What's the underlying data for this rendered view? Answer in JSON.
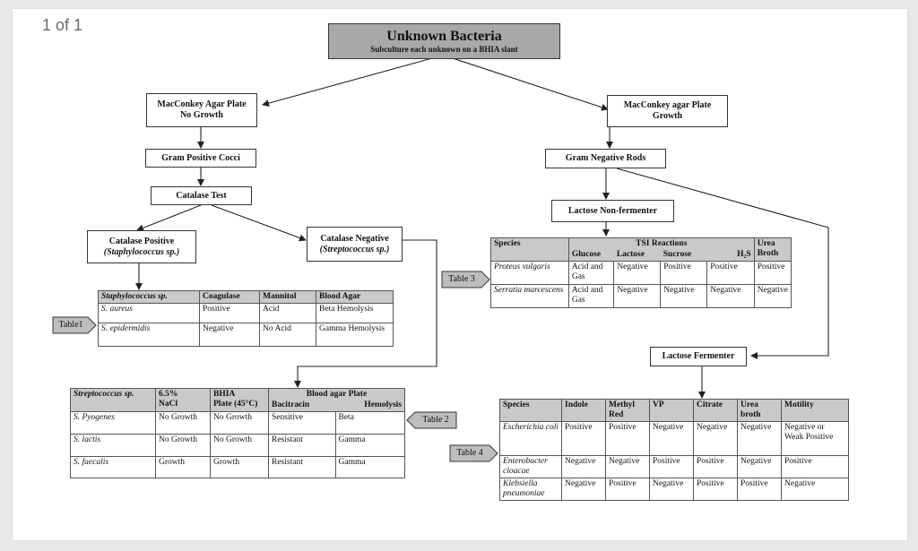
{
  "viewer": {
    "page_indicator": "1 of 1"
  },
  "root": {
    "title": "Unknown Bacteria",
    "subtitle": "Subculture each unknown on a BHIA slant"
  },
  "left": {
    "macconkey": [
      "MacConkey Agar Plate",
      "No Growth"
    ],
    "gram": "Gram Positive Cocci",
    "catalase_test": "Catalase Test",
    "cat_pos": [
      "Catalase Positive",
      "(Staphylococcus sp.)"
    ],
    "cat_neg": [
      "Catalase Negative",
      "(Streptococcus sp.)"
    ]
  },
  "right": {
    "macconkey": [
      "MacConkey agar Plate",
      "Growth"
    ],
    "gram": "Gram Negative Rods",
    "lactose_non": "Lactose Non-fermenter",
    "lactose_fer": "Lactose Fermenter"
  },
  "tags": {
    "t1": "Table1",
    "t2": "Table 2",
    "t3": "Table 3",
    "t4": "Table 4"
  },
  "table1": {
    "headers": [
      "Staphylococcus sp.",
      "Coagulase",
      "Mannitol",
      "Blood Agar"
    ],
    "rows": [
      [
        "S. aureus",
        "Positive",
        "Acid",
        "Beta Hemolysis"
      ],
      [
        "S. epidermidis",
        "Negative",
        "No Acid",
        "Gamma Hemolysis"
      ]
    ]
  },
  "table2": {
    "h_species": "Streptococcus sp.",
    "h_nacl": [
      "6.5%",
      "NaCl"
    ],
    "h_bhia": [
      "BHIA",
      "Plate (45°C)"
    ],
    "h_blood": "Blood agar Plate",
    "h_bac": "Bacitracin",
    "h_hem": "Hemolysis",
    "rows": [
      [
        "S. Pyogenes",
        "No Growth",
        "No Growth",
        "Sensitive",
        "Beta"
      ],
      [
        "S. lactis",
        "No Growth",
        "No Growth",
        "Resistant",
        "Gamma"
      ],
      [
        "S. faecalis",
        "Growth",
        "Growth",
        "Resistant",
        "Gamma"
      ]
    ]
  },
  "table3": {
    "h_species": "Species",
    "h_tsi": "TSI Reactions",
    "h_urea": [
      "Urea",
      "Broth"
    ],
    "sub": [
      "Glucose",
      "Lactose",
      "Sucrose",
      "H₂S"
    ],
    "rows": [
      [
        "Proteus vulgaris",
        "Acid and Gas",
        "Negative",
        "Positive",
        "Positive",
        "Positive"
      ],
      [
        "Serratia marcescens",
        "Acid and Gas",
        "Negative",
        "Negative",
        "Negative",
        "Negative"
      ]
    ]
  },
  "table4": {
    "headers": [
      "Species",
      "Indole",
      "Methyl Red",
      "VP",
      "Citrate",
      "Urea broth",
      "Motility"
    ],
    "rows": [
      [
        "Escherichia coli",
        "Positive",
        "Positive",
        "Negative",
        "Negative",
        "Negative",
        "Negative or Weak Positive"
      ],
      [
        "Enterobacter cloacae",
        "Negative",
        "Negative",
        "Positive",
        "Positive",
        "Negative",
        "Positive"
      ],
      [
        "Klebsiella pneumoniae",
        "Negative",
        "Positive",
        "Negative",
        "Positive",
        "Positive",
        "Negative"
      ]
    ]
  }
}
